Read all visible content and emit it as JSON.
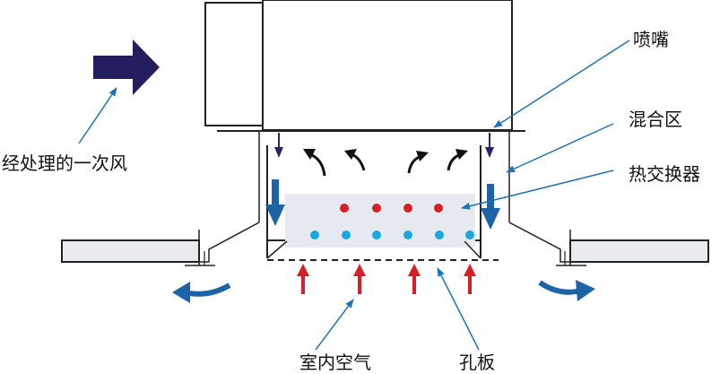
{
  "labels": {
    "nozzle": "喷嘴",
    "mixing_zone": "混合区",
    "heat_exchanger": "热交换器",
    "primary_air": "经处理的一次风",
    "room_air": "室内空气",
    "perforated_plate": "孔板"
  },
  "icons": {
    "primary_air_arrow": "big-right-arrow",
    "induced_air_arrow": "curved-arrow",
    "supply_arrow": "down-arrow",
    "room_air_arrow": "up-arrow"
  },
  "colors": {
    "outline": "#222222",
    "primary_arrow": "#231f5e",
    "flow_blue": "#1d63a8",
    "leader_blue": "#1d73b8",
    "room_air_red": "#d61f26",
    "hot_dot": "#d61f26",
    "cold_dot": "#18a9e0",
    "exchanger_fill": "#e6e9ef",
    "panel_fill": "#e9ebee",
    "nozzle_arrow": "#2a2468"
  }
}
